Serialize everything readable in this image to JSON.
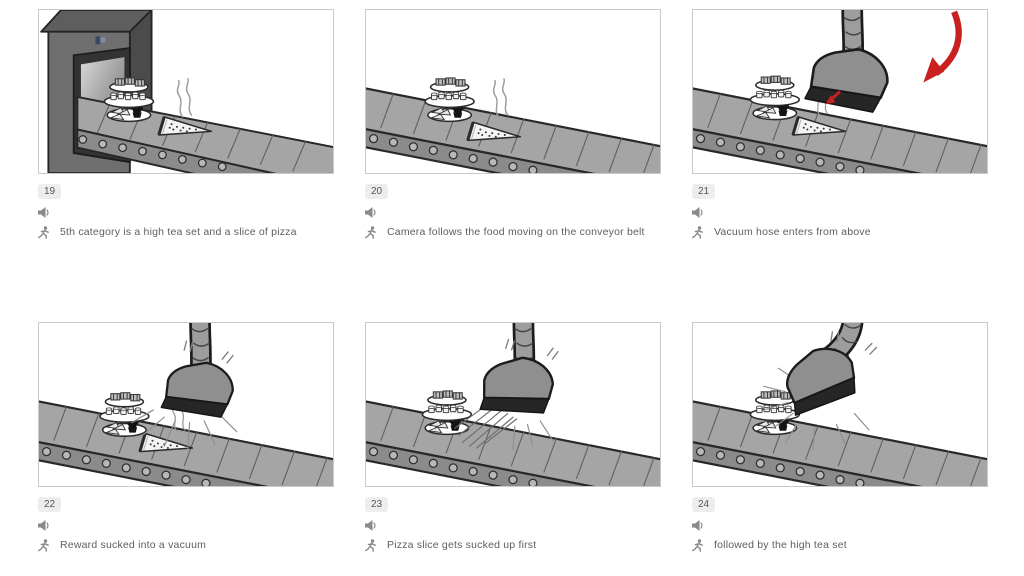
{
  "sheet": {
    "panels": [
      {
        "number": "19",
        "caption": "5th category is a high tea set and a slice of pizza"
      },
      {
        "number": "20",
        "caption": "Camera follows the food moving on the conveyor belt"
      },
      {
        "number": "21",
        "caption": "Vacuum hose enters from above"
      },
      {
        "number": "22",
        "caption": "Reward sucked into a vacuum"
      },
      {
        "number": "23",
        "caption": "Pizza slice gets sucked up first"
      },
      {
        "number": "24",
        "caption": "followed by the high tea set"
      }
    ],
    "icons": {
      "audio": "speaker-muted",
      "action": "running-person"
    },
    "colors": {
      "accent_red": "#c92121",
      "panel_border": "#c9c9c9",
      "badge_bg": "#ededed",
      "text": "#5e5e5e",
      "belt_gray": "#a5a5a5",
      "machine_gray": "#6f6f6f",
      "ink": "#262626"
    }
  }
}
